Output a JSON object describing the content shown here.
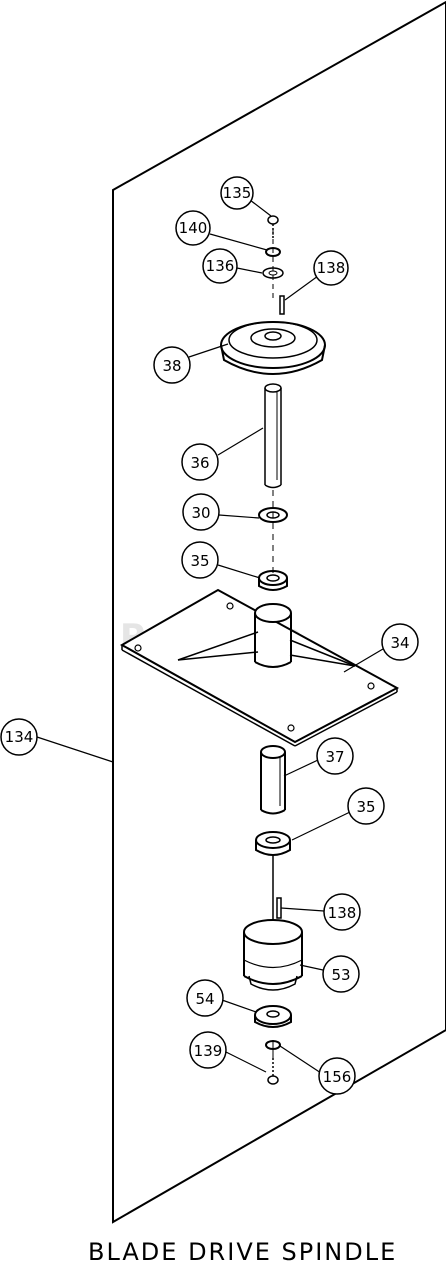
{
  "title": "BLADE DRIVE SPINDLE",
  "watermark": "PartsTree",
  "callouts": {
    "c135a": "135",
    "c140": "140",
    "c136": "136",
    "c138a": "138",
    "c38": "38",
    "c36": "36",
    "c30": "30",
    "c35a": "35",
    "c34": "34",
    "c134": "134",
    "c37": "37",
    "c35b": "35",
    "c138b": "138",
    "c53": "53",
    "c54": "54",
    "c139": "139",
    "c156": "156"
  }
}
